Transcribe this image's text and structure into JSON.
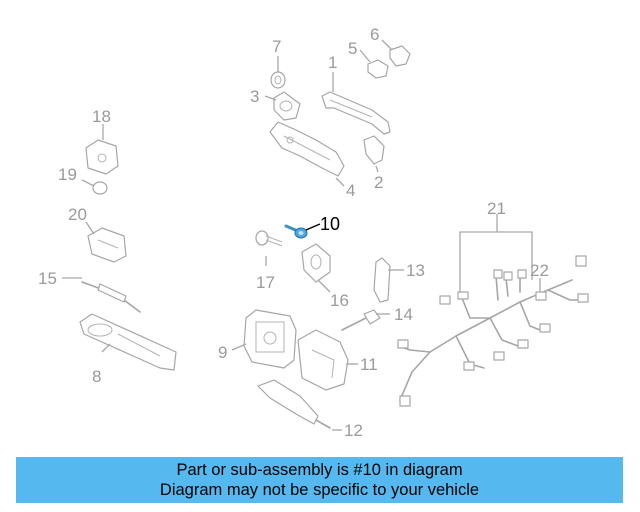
{
  "banner": {
    "line1": "Part or sub-assembly is #10 in diagram",
    "line2": "Diagram may not be specific to your vehicle"
  },
  "callouts": {
    "c1": "1",
    "c2": "2",
    "c3": "3",
    "c4": "4",
    "c5": "5",
    "c6": "6",
    "c7": "7",
    "c8": "8",
    "c9": "9",
    "c10": "10",
    "c11": "11",
    "c12": "12",
    "c13": "13",
    "c14": "14",
    "c15": "15",
    "c16": "16",
    "c17": "17",
    "c18": "18",
    "c19": "19",
    "c20": "20",
    "c21": "21",
    "c22": "22"
  },
  "colors": {
    "banner": "#55b9ef",
    "highlight_part": "#4aa9e3",
    "part_outline": "#a6a6a6",
    "callout_text": "#9a9a9a",
    "highlight_text": "#000000"
  }
}
